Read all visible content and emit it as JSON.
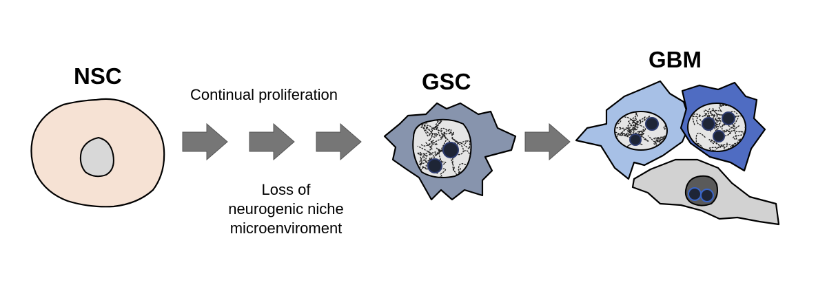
{
  "stages": [
    {
      "label": "NSC",
      "color_cell": "#f6e2d4",
      "color_nucleus": "#d8d8d8"
    },
    {
      "label": "GSC",
      "color_cell": "#8794ad",
      "color_nucleus": "#e5e5e5"
    },
    {
      "label": "GBM",
      "colors_cells": [
        "#a7c0e6",
        "#4f6cc2",
        "#d2d2d2"
      ]
    }
  ],
  "process": {
    "top_text": "Continual proliferation",
    "bottom_lines": [
      "Loss of",
      "neurogenic niche",
      "microenviroment"
    ]
  },
  "colors": {
    "arrow": "#767676",
    "outline": "#000000",
    "chromatin_blob": "#1e2536"
  }
}
